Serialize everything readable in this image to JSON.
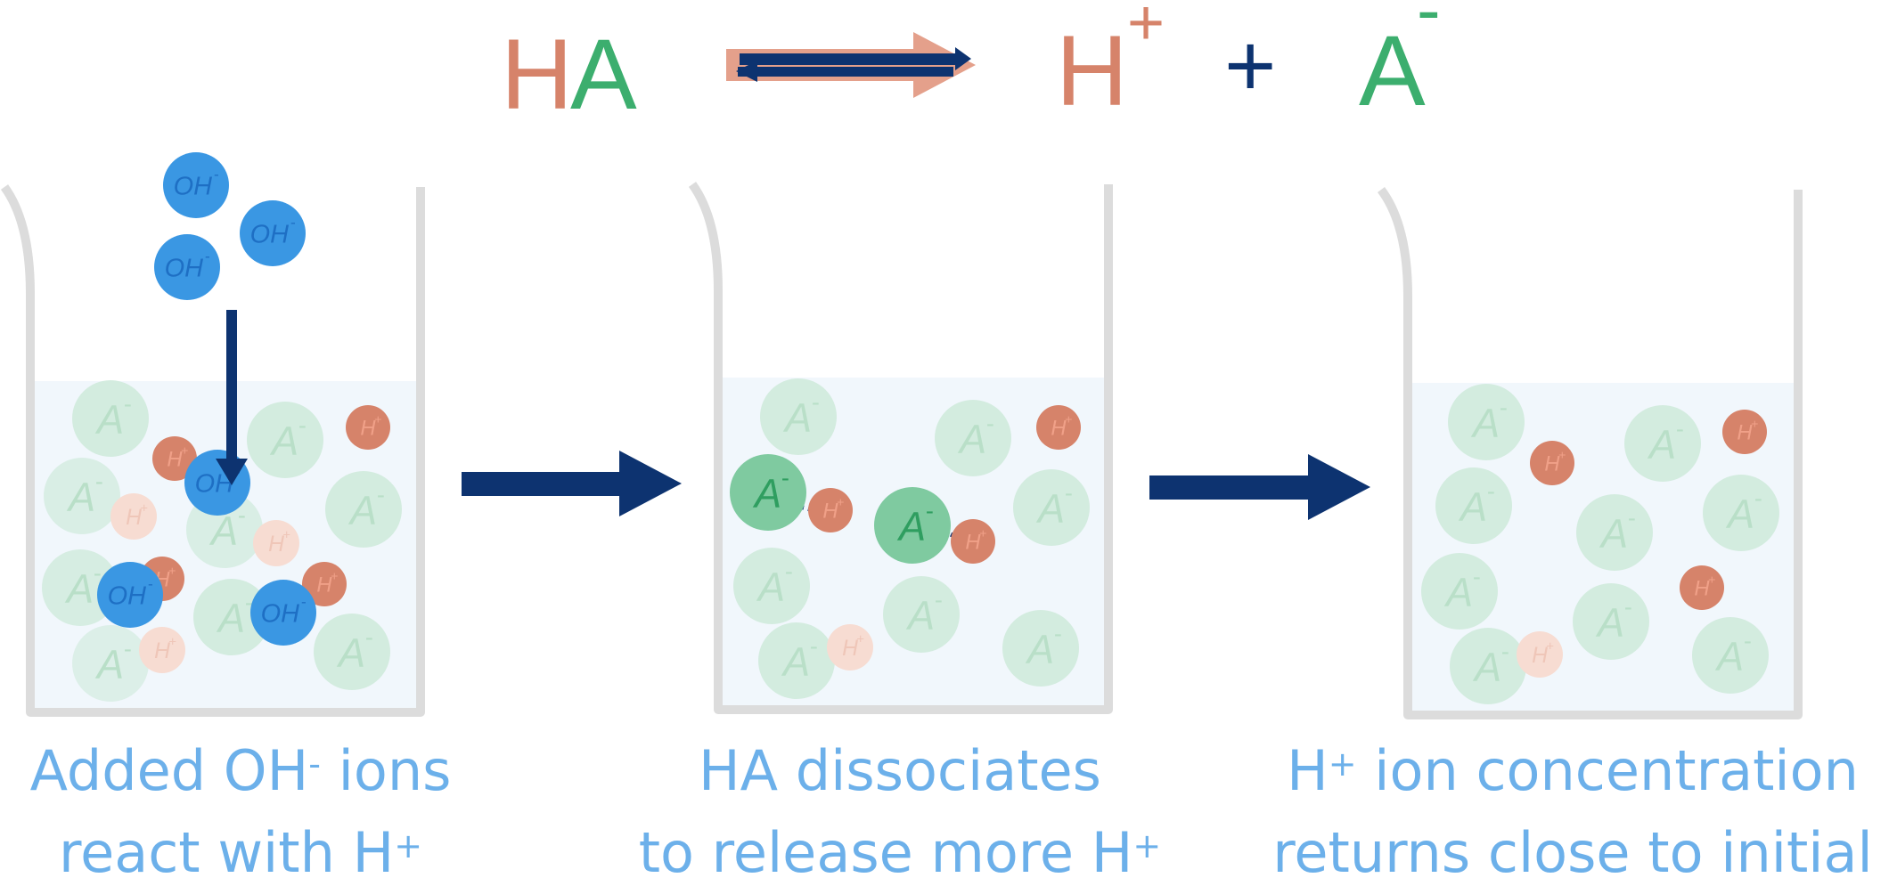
{
  "equation": {
    "reactant": {
      "h": "H",
      "a": "A"
    },
    "product_h": {
      "base": "H",
      "charge": "+"
    },
    "plus": "+",
    "product_a": {
      "base": "A",
      "charge": "-"
    }
  },
  "particle_labels": {
    "oh": "OH",
    "minus": "-",
    "a": "A",
    "h": "H",
    "plus": "+"
  },
  "captions": [
    {
      "line1": "Added OH",
      "line1_sup": "-",
      "line1_end": " ions",
      "line2": "react with H",
      "line2_sup": "+"
    },
    {
      "line1": "HA dissociates",
      "line1_sup": "",
      "line1_end": "",
      "line2": "to release more H",
      "line2_sup": "+"
    },
    {
      "line1": "H",
      "line1_sup": "+",
      "line1_end": " ion concentration",
      "line2": "returns close to initial",
      "line2_sup": ""
    }
  ],
  "colors": {
    "h_color": "#d6836a",
    "a_color": "#3cae6e",
    "navy": "#0d3370",
    "oh_blue": "#3a97e3",
    "caption": "#6cb0ea",
    "beaker": "#dcdcdc",
    "liquid": "#f1f7fc",
    "a_faint": "#cfeadb",
    "a_green": "#7fcaa0"
  }
}
